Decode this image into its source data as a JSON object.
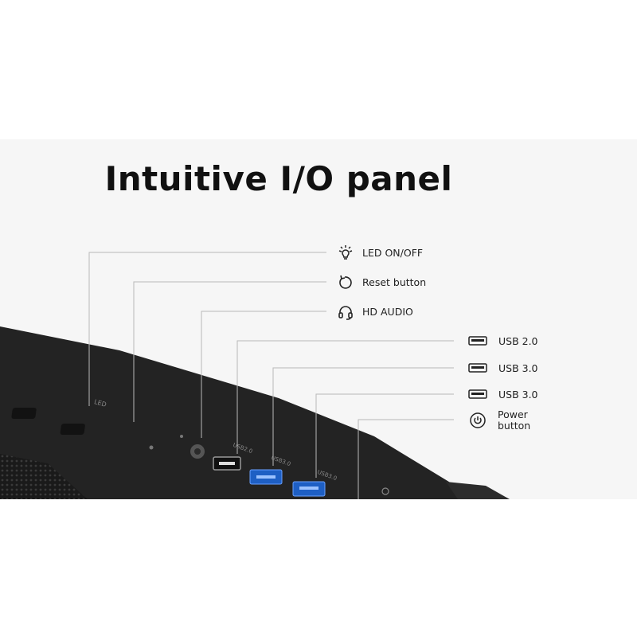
{
  "title": "Intuitive I/O panel",
  "callouts": [
    {
      "label": "LED ON/OFF",
      "icon": "bulb-icon"
    },
    {
      "label": "Reset button",
      "icon": "reset-icon"
    },
    {
      "label": "HD AUDIO",
      "icon": "headset-icon"
    },
    {
      "label": "USB 2.0",
      "icon": "usb-port-icon"
    },
    {
      "label": "USB 3.0",
      "icon": "usb-port-icon"
    },
    {
      "label": "USB 3.0",
      "icon": "usb-port-icon"
    },
    {
      "label": "Power button",
      "icon": "power-icon"
    }
  ],
  "case_prints": {
    "led": "LED",
    "usb20": "USB2.0",
    "usb30a": "USB3.0",
    "usb30b": "USB3.0"
  },
  "colors": {
    "case": "#232323",
    "usb3_port": "#2f6fd0",
    "background": "#f6f6f6"
  }
}
